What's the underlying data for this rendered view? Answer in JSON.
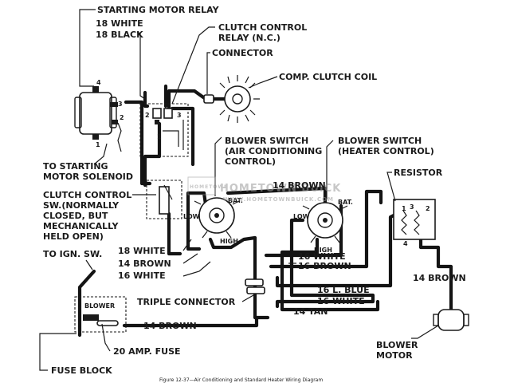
{
  "labels": {
    "starting_motor_relay": "STARTING MOTOR RELAY",
    "wire_18_white_top": "18 WHITE",
    "wire_18_black_top": "18 BLACK",
    "clutch_control_relay_1": "CLUTCH CONTROL",
    "clutch_control_relay_2": "RELAY (N.C.)",
    "connector": "CONNECTOR",
    "comp_clutch_coil": "COMP. CLUTCH COIL",
    "to_starting_1": "TO STARTING",
    "to_starting_2": "MOTOR SOLENOID",
    "clutch_sw_1": "CLUTCH CONTROL",
    "clutch_sw_2": "SW.(NORMALLY",
    "clutch_sw_3": "CLOSED, BUT",
    "clutch_sw_4": "MECHANICALLY",
    "clutch_sw_5": "HELD OPEN)",
    "blower_ac_1": "BLOWER SWITCH",
    "blower_ac_2": "(AIR CONDITIONING",
    "blower_ac_3": "CONTROL)",
    "blower_heat_1": "BLOWER SWITCH",
    "blower_heat_2": "(HEATER CONTROL)",
    "resistor": "RESISTOR",
    "wire_14_brown_top": "14 BROWN",
    "to_ign_sw": "TO IGN. SW.",
    "wire_18_white_mid": "18 WHITE",
    "wire_14_brown_mid": "14 BROWN",
    "wire_16_white_mid": "16 WHITE",
    "wire_16_white_c": "16 WHITE",
    "wire_16_brown_c": "16 BROWN",
    "wire_16_lblue": "16 L. BLUE",
    "wire_16_white_r": "16 WHITE",
    "wire_14_tan": "14 TAN",
    "wire_14_brown_right": "14 BROWN",
    "triple_connector": "TRIPLE CONNECTOR",
    "wire_14_brown_bottom": "14 BROWN",
    "blower_box": "BLOWER",
    "amp_fuse": "20 AMP. FUSE",
    "fuse_block": "FUSE BLOCK",
    "blower_motor_1": "BLOWER",
    "blower_motor_2": "MOTOR",
    "caption": "Figure 12-37—Air Conditioning and Standard Heater Wiring Diagram"
  },
  "terminals": {
    "relay_4": "4",
    "relay_3": "3",
    "relay_2": "2",
    "relay_1": "1",
    "ccr_2": "2",
    "ccr_3": "3",
    "ccr_1": "1",
    "ac_bat": "BAT.",
    "ac_low": "LOW",
    "ac_high": "HIGH",
    "heat_bat": "BAT.",
    "heat_low": "LOW",
    "heat_high": "HIGH",
    "res_1": "1",
    "res_2": "2",
    "res_3": "3",
    "res_4": "4"
  },
  "watermark": {
    "line1": "HOMETOWN BUICK",
    "line2": "WWW.HOMETOWNBUICK.COM",
    "badge": "HOMETOWN"
  },
  "colors": {
    "ink": "#141414",
    "paper": "#ffffff",
    "watermark": "#9a9a9a"
  }
}
